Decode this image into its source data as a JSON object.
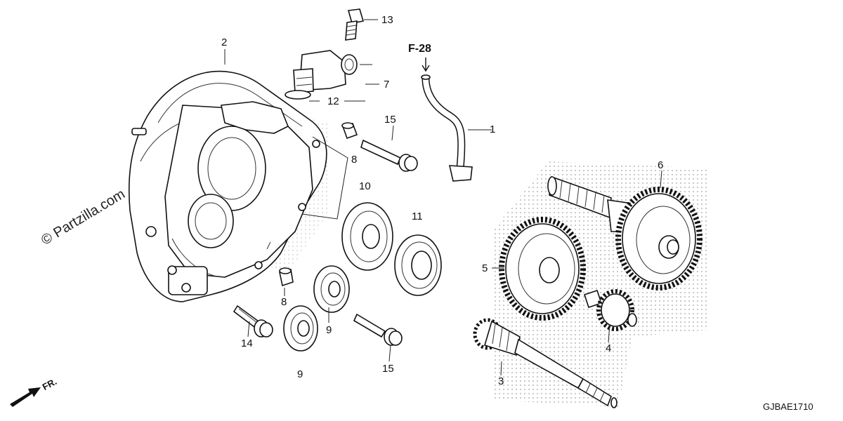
{
  "diagram": {
    "watermark": "© Partzilla.com",
    "reference": "F-28",
    "direction_label": "FR.",
    "figure_code": "GJBAE1710",
    "callouts": [
      {
        "id": "c1",
        "text": "1"
      },
      {
        "id": "c2",
        "text": "2"
      },
      {
        "id": "c3",
        "text": "3"
      },
      {
        "id": "c4",
        "text": "4"
      },
      {
        "id": "c5",
        "text": "5"
      },
      {
        "id": "c6",
        "text": "6"
      },
      {
        "id": "c7",
        "text": "7"
      },
      {
        "id": "c8a",
        "text": "8"
      },
      {
        "id": "c8b",
        "text": "8"
      },
      {
        "id": "c9a",
        "text": "9"
      },
      {
        "id": "c9b",
        "text": "9"
      },
      {
        "id": "c10",
        "text": "10"
      },
      {
        "id": "c11",
        "text": "11"
      },
      {
        "id": "c12",
        "text": "12"
      },
      {
        "id": "c13",
        "text": "13"
      },
      {
        "id": "c14",
        "text": "14"
      },
      {
        "id": "c15a",
        "text": "15"
      },
      {
        "id": "c15b",
        "text": "15"
      }
    ]
  }
}
